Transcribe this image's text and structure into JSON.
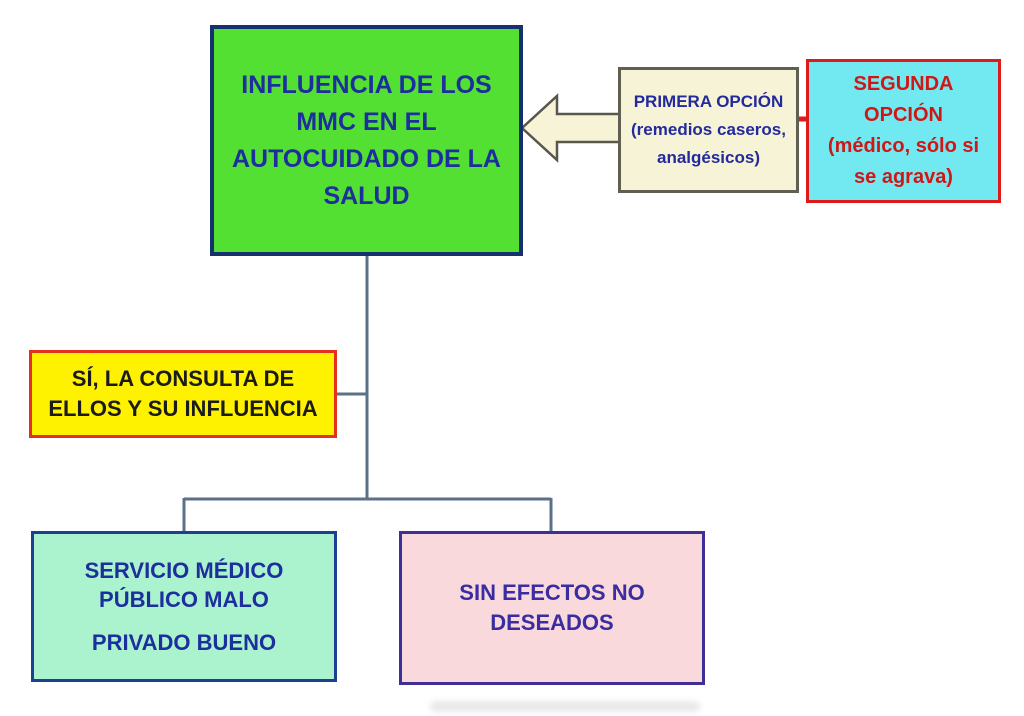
{
  "diagram": {
    "boxes": {
      "influencia": {
        "text": "INFLUENCIA DE LOS\nMMC EN EL\nAUTOCUIDADO DE LA\nSALUD",
        "fill": "#53E033",
        "border": "#16316E",
        "text_color": "#1C2F9C"
      },
      "primera": {
        "text": "PRIMERA OPCIÓN\n(remedios caseros,\nanalgésicos)",
        "fill": "#F7F3D6",
        "border": "#5F5F52",
        "text_color": "#232A9C"
      },
      "segunda": {
        "text": "SEGUNDA\nOPCIÓN\n(médico, sólo si\nse agrava)",
        "fill": "#72E9F1",
        "border": "#DF1A1A",
        "text_color": "#CF1717"
      },
      "si_consulta": {
        "text": "SÍ, LA CONSULTA DE\nELLOS Y SU INFLUENCIA",
        "fill": "#FFF200",
        "border": "#E5301F",
        "text_color": "#1B1B1B"
      },
      "servicio": {
        "text_top": "SERVICIO MÉDICO\nPÚBLICO MALO",
        "text_bottom": "PRIVADO BUENO",
        "fill": "#ABF2CF",
        "border": "#1C3F90",
        "text_color": "#1C2F9C"
      },
      "sin_efectos": {
        "text": "SIN EFECTOS NO\nDESEADOS",
        "fill": "#F9D9DC",
        "border": "#3D2F93",
        "text_color": "#3A2DA1"
      }
    },
    "connectors": {
      "color": "#5B7189",
      "red_arrow_color": "#E21A1A",
      "block_arrow_fill": "#F7F3D6",
      "block_arrow_stroke": "#57574B"
    }
  }
}
